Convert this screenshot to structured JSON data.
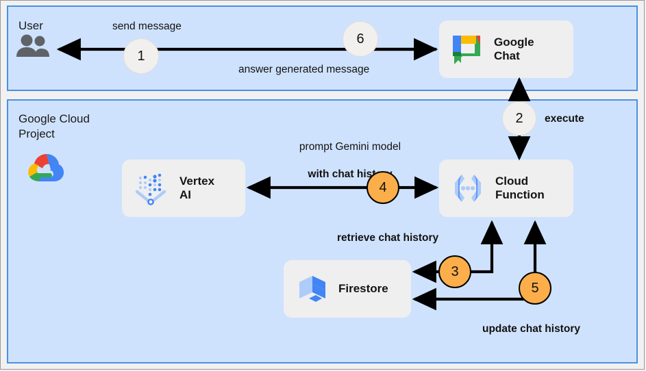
{
  "diagram": {
    "type": "architecture-flow",
    "panels": [
      {
        "id": "user",
        "title": "User"
      },
      {
        "id": "gcp",
        "title": "Google Cloud\nProject"
      }
    ],
    "nodes": [
      {
        "id": "google-chat",
        "label": "Google\nChat",
        "icon": "google-chat-icon"
      },
      {
        "id": "vertex-ai",
        "label": "Vertex\nAI",
        "icon": "vertex-ai-icon"
      },
      {
        "id": "cloud-function",
        "label": "Cloud\nFunction",
        "icon": "cloud-function-icon"
      },
      {
        "id": "firestore",
        "label": "Firestore",
        "icon": "firestore-icon"
      }
    ],
    "steps": [
      {
        "number": "1",
        "style": "grey",
        "label": "send message"
      },
      {
        "number": "2",
        "style": "grey",
        "label": "execute"
      },
      {
        "number": "3",
        "style": "orange",
        "label": "retrieve chat history"
      },
      {
        "number": "4",
        "style": "orange",
        "label": "prompt Gemini model with chat history"
      },
      {
        "number": "5",
        "style": "orange",
        "label": "update chat history"
      },
      {
        "number": "6",
        "style": "grey",
        "label": "answer generated message"
      }
    ],
    "labels": {
      "send_message": "send message",
      "answer_generated_message": "answer generated message",
      "execute": "execute",
      "prompt_line1": "prompt Gemini model",
      "prompt_line2": "with chat history",
      "retrieve_chat_history": "retrieve chat history",
      "update_chat_history": "update chat history"
    },
    "colors": {
      "panel_bg": "#cfe2fd",
      "panel_border": "#4a90e2",
      "page_bg": "#f1f1f1",
      "card_bg": "#efefef",
      "step_orange": "#fbae4a",
      "step_grey": "#f2f0ee",
      "arrow": "#000000",
      "google_blue": "#4285f4",
      "google_red": "#ea4335",
      "google_yellow": "#fbbc04",
      "google_green": "#34a853",
      "user_icon_grey": "#5f6368",
      "firestore_light": "#aecbfa",
      "firestore_dark": "#4285f4"
    }
  }
}
